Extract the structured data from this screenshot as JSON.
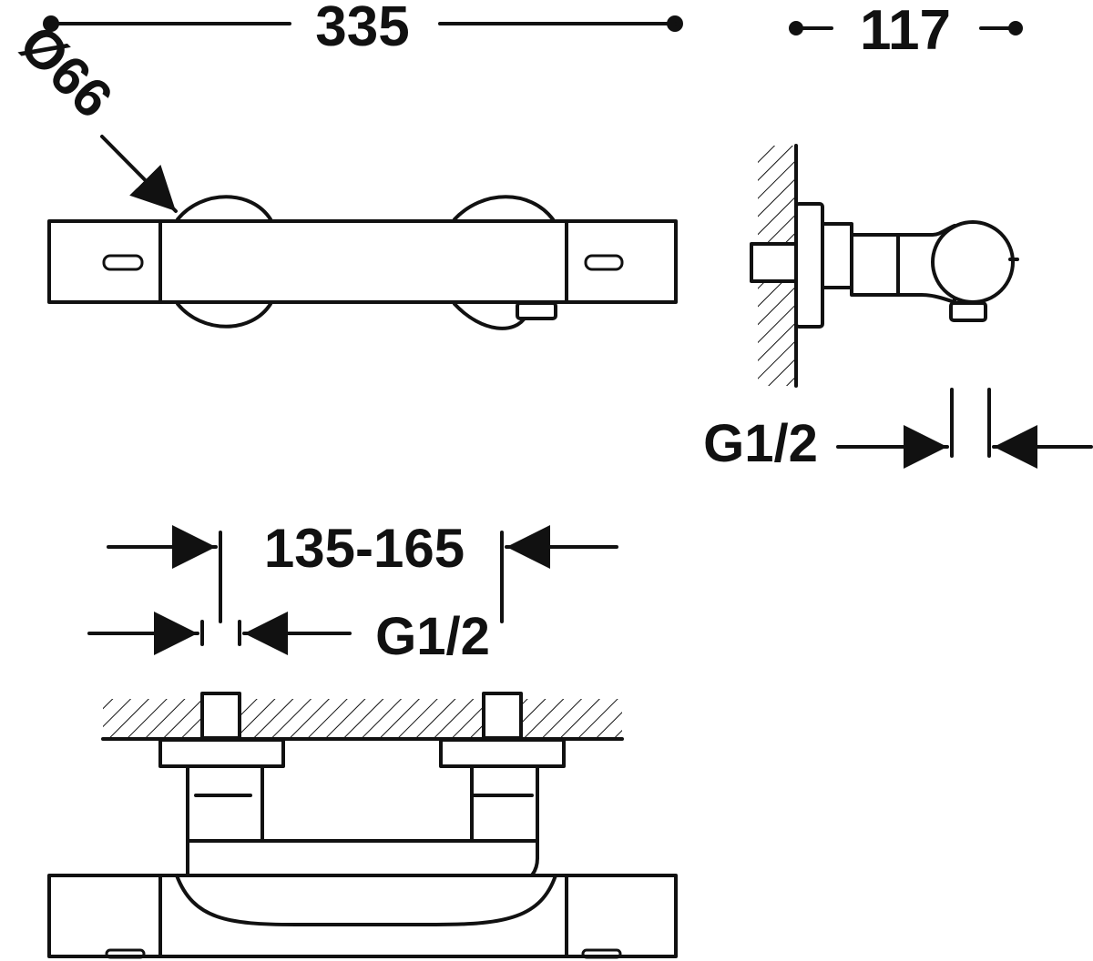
{
  "dimensions": {
    "overall_length": "335",
    "depth": "117",
    "diameter": "Ø66",
    "center_distance": "135-165",
    "thread_side": "G1/2",
    "thread_bottom": "G1/2"
  }
}
